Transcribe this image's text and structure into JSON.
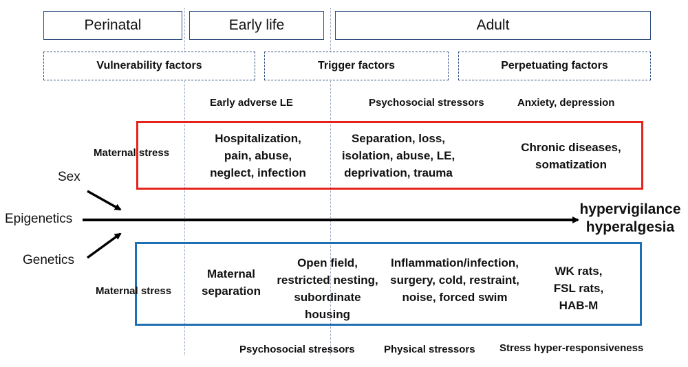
{
  "periods": {
    "perinatal": "Perinatal",
    "early_life": "Early life",
    "adult": "Adult"
  },
  "factors": {
    "vulnerability": "Vulnerability factors",
    "trigger": "Trigger factors",
    "perpetuating": "Perpetuating factors"
  },
  "top_labels": {
    "early_adverse": "Early adverse LE",
    "psychosocial": "Psychosocial stressors",
    "anxiety": "Anxiety, depression"
  },
  "red_box": {
    "maternal_stress": "Maternal stress",
    "early_items": [
      "Hospitalization,",
      "pain, abuse,",
      "neglect, infection"
    ],
    "trigger_items": [
      "Separation, loss,",
      "isolation, abuse, LE,",
      "deprivation, trauma"
    ],
    "perpetuating_items": [
      "Chronic diseases,",
      "somatization"
    ]
  },
  "axis": {
    "sex": "Sex",
    "epigenetics": "Epigenetics",
    "genetics": "Genetics",
    "outcome_1": "hypervigilance",
    "outcome_2": "hyperalgesia"
  },
  "blue_box": {
    "maternal_stress": "Maternal stress",
    "separation": [
      "Maternal",
      "separation"
    ],
    "housing": [
      "Open field,",
      "restricted nesting,",
      "subordinate",
      "housing"
    ],
    "physical": [
      "Inflammation/infection,",
      "surgery, cold, restraint,",
      "noise, forced swim"
    ],
    "models": [
      "WK rats,",
      "FSL rats,",
      "HAB-M"
    ]
  },
  "bottom_labels": {
    "psychosocial": "Psychosocial stressors",
    "physical": "Physical stressors",
    "hyper": "Stress hyper-responsiveness"
  },
  "colors": {
    "red_box": "#e5231b",
    "blue_box": "#1f6fb4",
    "period_border": "#2f4e7e",
    "arrow": "#000000"
  }
}
